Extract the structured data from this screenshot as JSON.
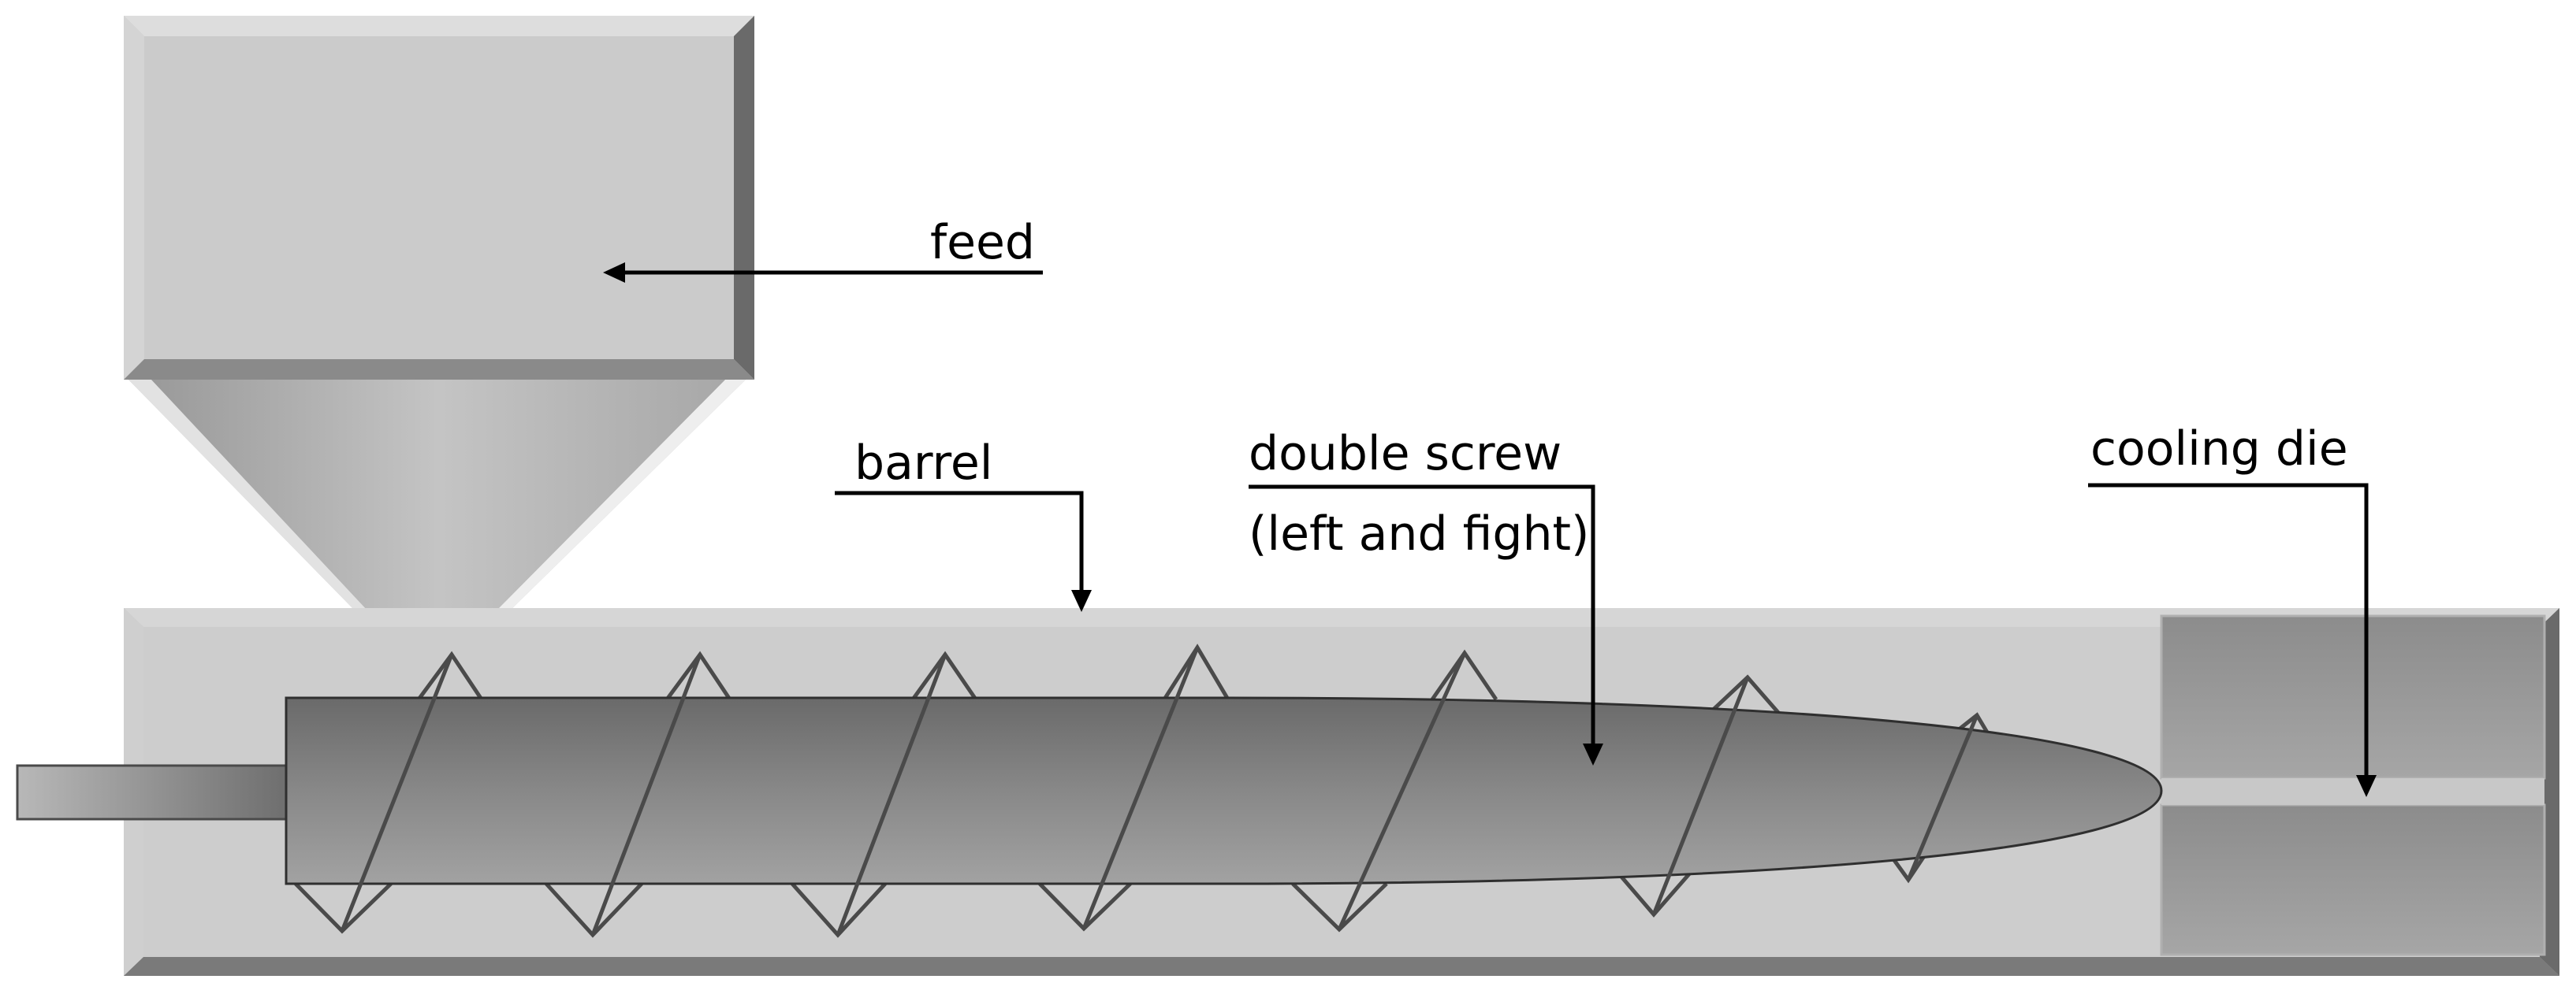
{
  "labels": {
    "feed": "feed",
    "barrel": "barrel",
    "double_screw_line1": "double screw",
    "double_screw_line2": "(left and fight)",
    "cooling_die": "cooling die"
  }
}
